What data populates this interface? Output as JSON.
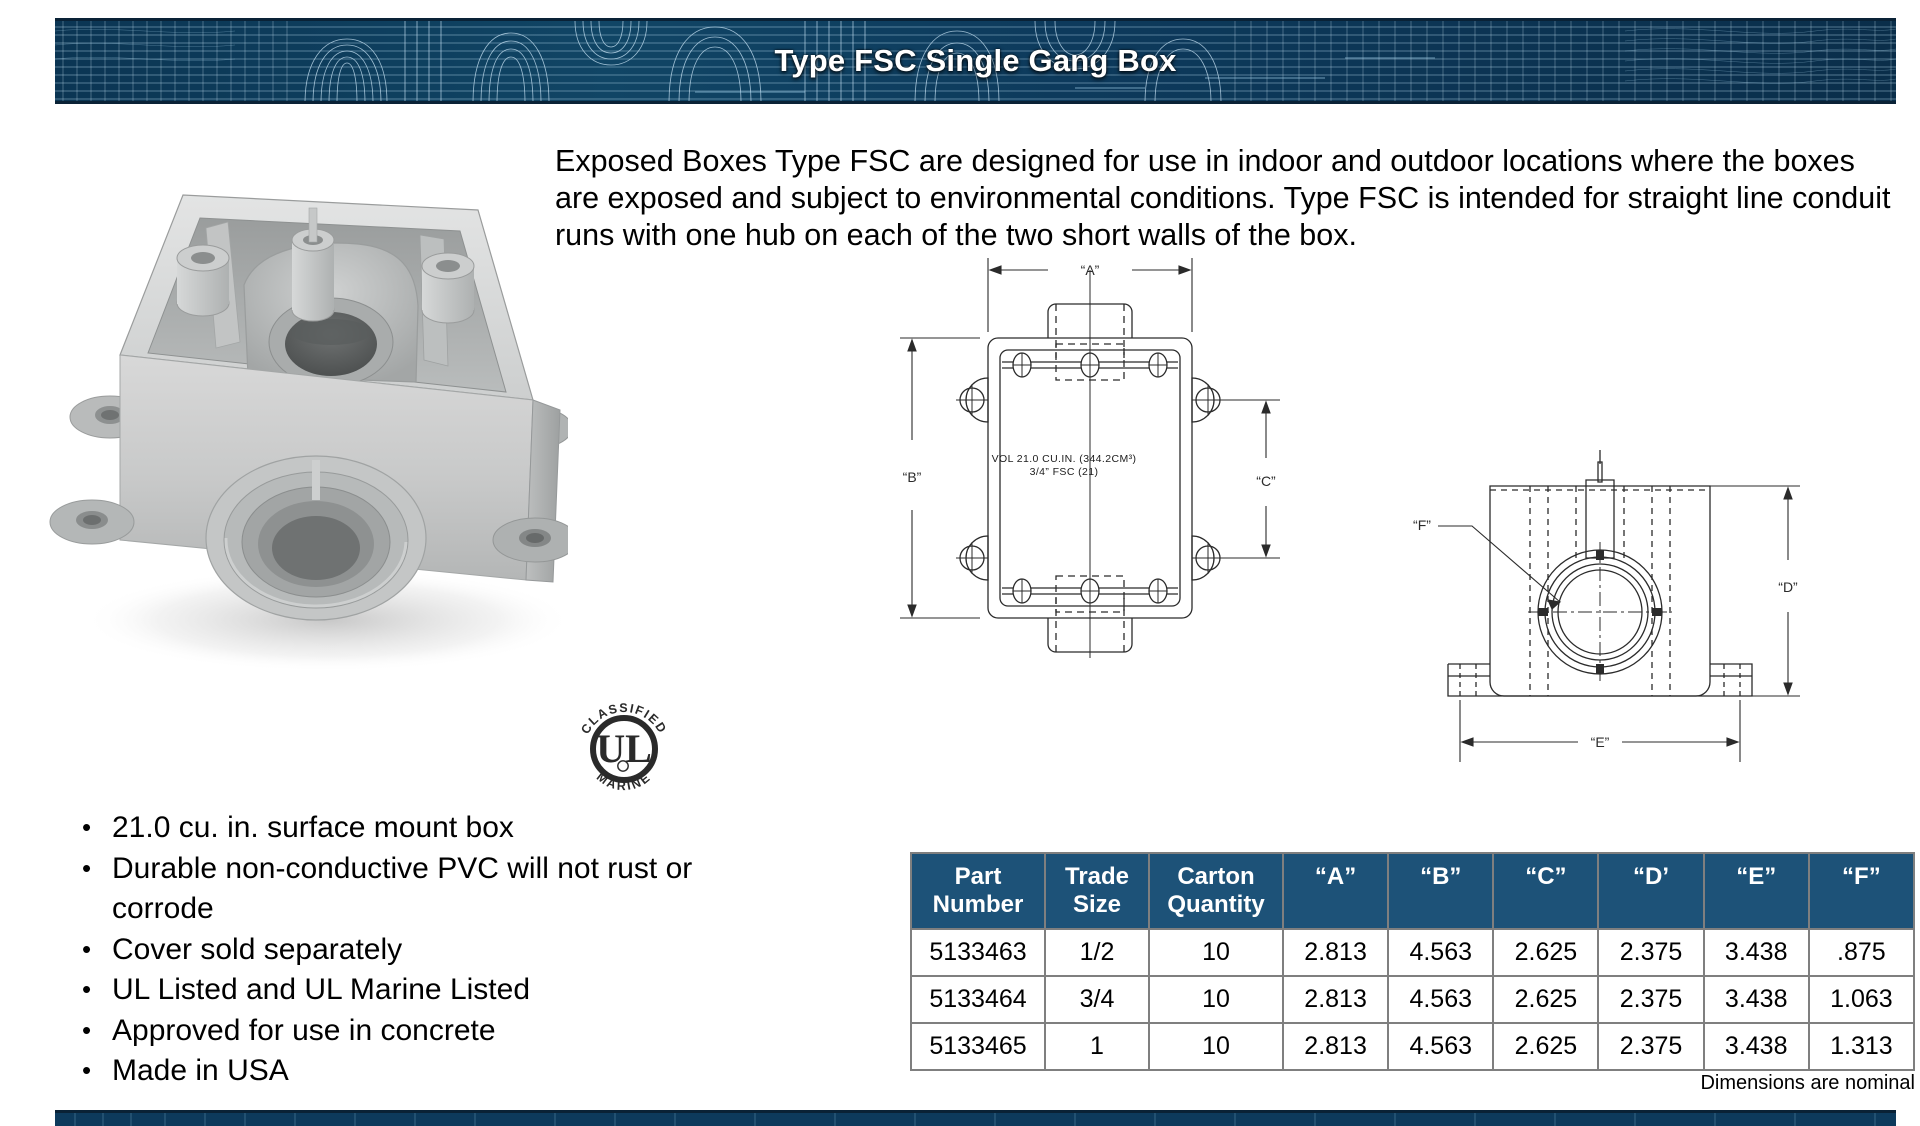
{
  "header": {
    "title": "Type FSC Single Gang Box",
    "background_color": "#0d3a5c",
    "title_color": "#ffffff"
  },
  "intro": {
    "paragraph": "Exposed Boxes Type FSC are designed for use in indoor and outdoor locations where the boxes are exposed and subject to environmental conditions. Type FSC is intended for straight line conduit runs with one hub on each of the two short walls of the box."
  },
  "product_photo": {
    "alt": "Gray PVC Type FSC single gang exposed box, open interior view with conduit hub"
  },
  "ul_logo": {
    "top_text": "CLASSIFIED",
    "center_text": "UL",
    "bottom_text": "MARINE"
  },
  "features": [
    "21.0 cu. in. surface mount box",
    "Durable non-conductive PVC will not rust or corrode",
    "Cover sold separately",
    "UL Listed and UL Marine Listed",
    "Approved for use in concrete",
    "Made in USA"
  ],
  "drawings": {
    "top_view": {
      "dim_a": "“A”",
      "dim_b": "“B”",
      "dim_c": "“C”",
      "annotation_line1": "VOL 21.0 CU.IN. (344.2CM³)",
      "annotation_line2": "3/4” FSC (21)"
    },
    "side_view": {
      "dim_d": "“D”",
      "dim_e": "“E”",
      "dim_f": "“F”"
    }
  },
  "spec_table": {
    "header_color": "#1d5278",
    "columns": [
      "Part Number",
      "Trade Size",
      "Carton Quantity",
      "“A”",
      "“B”",
      "“C”",
      "“D’",
      "“E”",
      "“F”"
    ],
    "columns_multiline": [
      [
        "Part",
        "Number"
      ],
      [
        "Trade",
        "Size"
      ],
      [
        "Carton",
        "Quantity"
      ],
      [
        "“A”"
      ],
      [
        "“B”"
      ],
      [
        "“C”"
      ],
      [
        "“D’"
      ],
      [
        "“E”"
      ],
      [
        "“F”"
      ]
    ],
    "rows": [
      [
        "5133463",
        "1/2",
        "10",
        "2.813",
        "4.563",
        "2.625",
        "2.375",
        "3.438",
        ".875"
      ],
      [
        "5133464",
        "3/4",
        "10",
        "2.813",
        "4.563",
        "2.625",
        "2.375",
        "3.438",
        "1.063"
      ],
      [
        "5133465",
        "1",
        "10",
        "2.813",
        "4.563",
        "2.625",
        "2.375",
        "3.438",
        "1.313"
      ]
    ],
    "footnote": "Dimensions are nominal"
  }
}
